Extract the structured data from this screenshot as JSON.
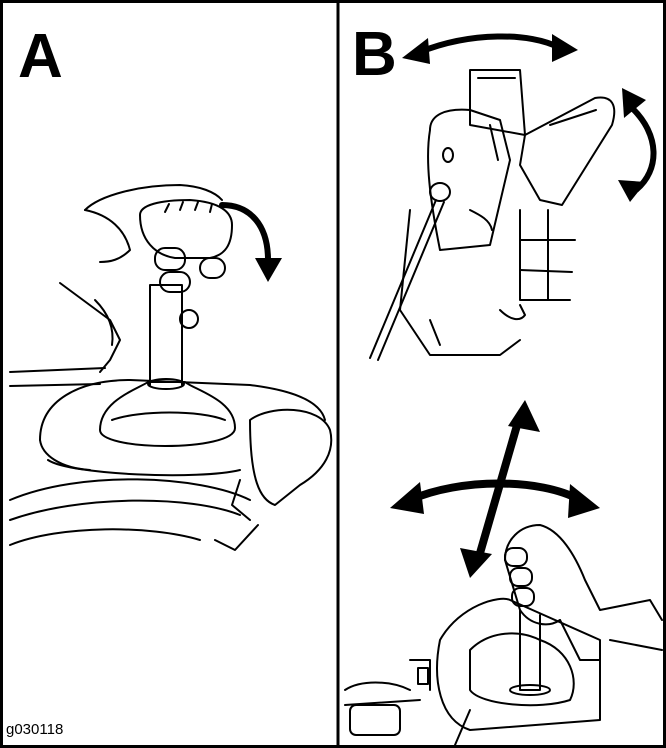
{
  "panels": [
    {
      "id": "A",
      "label": "A"
    },
    {
      "id": "B",
      "label": "B"
    }
  ],
  "figure_id": "g030118",
  "icons": {
    "panel_a": [
      "hand-icon",
      "joystick-icon",
      "rotate-arrow-icon"
    ],
    "panel_b_top": [
      "discharge-chute-icon",
      "chute-deflector-icon",
      "double-arrow-icon",
      "curved-double-arrow-icon"
    ],
    "panel_b_bottom": [
      "hand-icon",
      "joystick-icon",
      "four-way-arrow-icon"
    ]
  },
  "colors": {
    "ink": "#000000",
    "background": "#ffffff"
  }
}
